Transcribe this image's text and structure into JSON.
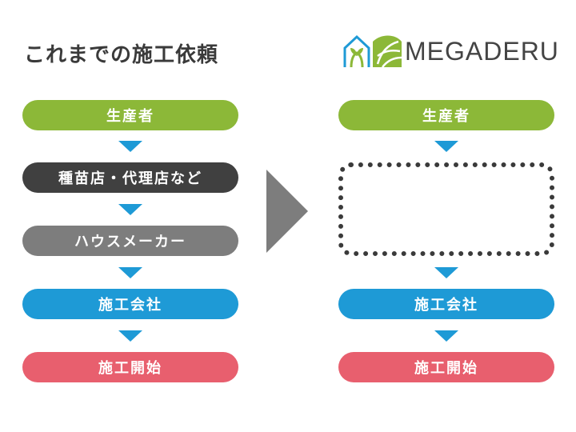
{
  "heading": "これまでの施工依頼",
  "logo": {
    "text": "MEGADERU"
  },
  "left_flow": [
    {
      "label": "生産者",
      "color": "#8cb838"
    },
    {
      "label": "種苗店・代理店など",
      "color": "#404040"
    },
    {
      "label": "ハウスメーカー",
      "color": "#7d7d7d"
    },
    {
      "label": "施工会社",
      "color": "#1e9ad6"
    },
    {
      "label": "施工開始",
      "color": "#e85f6e"
    }
  ],
  "right_flow": [
    {
      "label": "生産者",
      "color": "#8cb838"
    },
    {
      "label": "施工会社",
      "color": "#1e9ad6"
    },
    {
      "label": "施工開始",
      "color": "#e85f6e"
    }
  ],
  "colors": {
    "arrow": "#1e9ad6",
    "big_arrow": "#7d7d7d",
    "logo_green": "#8cb838",
    "logo_blue": "#1e9ad6"
  }
}
